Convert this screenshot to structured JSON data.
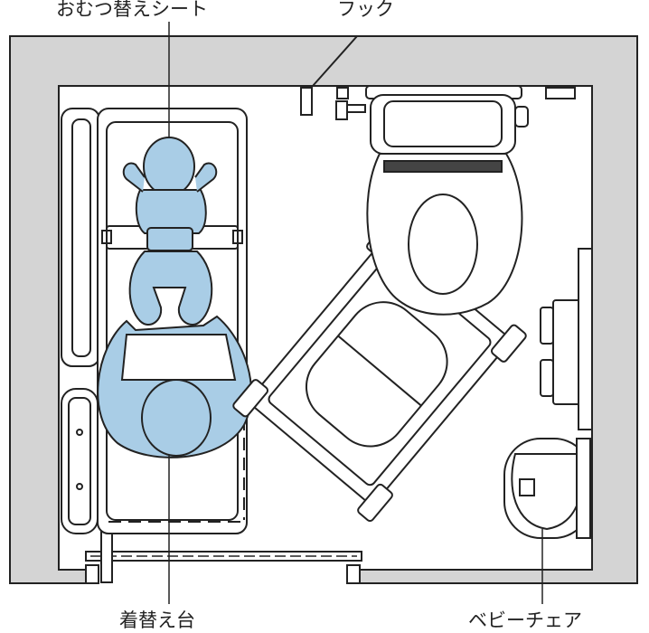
{
  "labels": {
    "diaper_sheet": "おむつ替えシート",
    "hook": "フック",
    "changing_table": "着替え台",
    "baby_chair": "ベビーチェア"
  },
  "colors": {
    "wall": "#d4d4d4",
    "line": "#222222",
    "baby": "#a9cde6",
    "background": "#ffffff"
  }
}
